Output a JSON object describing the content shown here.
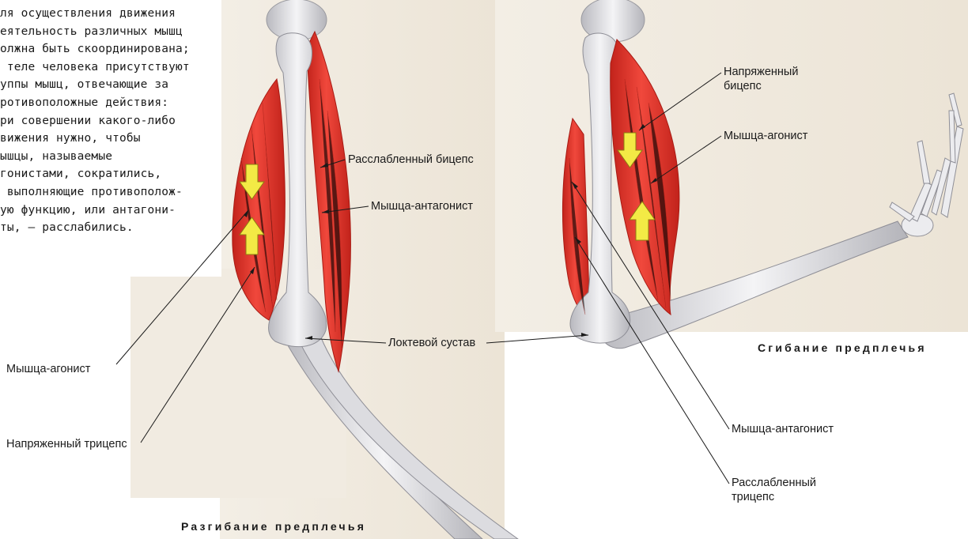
{
  "intro_text": "ля осуществления движения\nеятельность различных мышц\nолжна быть скоординирована;\n теле человека присутствуют\nуппы мышц, отвечающие за\nротивоположные действия:\nри совершении какого-либо\nвижения нужно, чтобы\nышцы, называемые\nгонистами, сократились,\n выполняющие противополож-\nую функцию, или антагони-\nты, — расслабились.",
  "left_figure": {
    "caption": "Разгибание предплечья",
    "labels": {
      "relaxed_biceps": "Расслабленный бицепс",
      "antagonist": "Мышца-антагонист",
      "elbow_joint": "Локтевой сустав",
      "agonist": "Мышца-агонист",
      "tense_triceps": "Напряженный трицепс"
    }
  },
  "right_figure": {
    "caption": "Сгибание предплечья",
    "labels": {
      "tense_biceps": "Напряженный\nбицепс",
      "agonist": "Мышца-агонист",
      "antagonist": "Мышца-антагонист",
      "relaxed_triceps": "Расслабленный\nтрицепс"
    }
  },
  "colors": {
    "muscle": "#e8322a",
    "muscle_dark": "#b81d16",
    "bone": "#e6e6e8",
    "background_panel": "#efe9df",
    "arrow": "#f3ea45"
  }
}
